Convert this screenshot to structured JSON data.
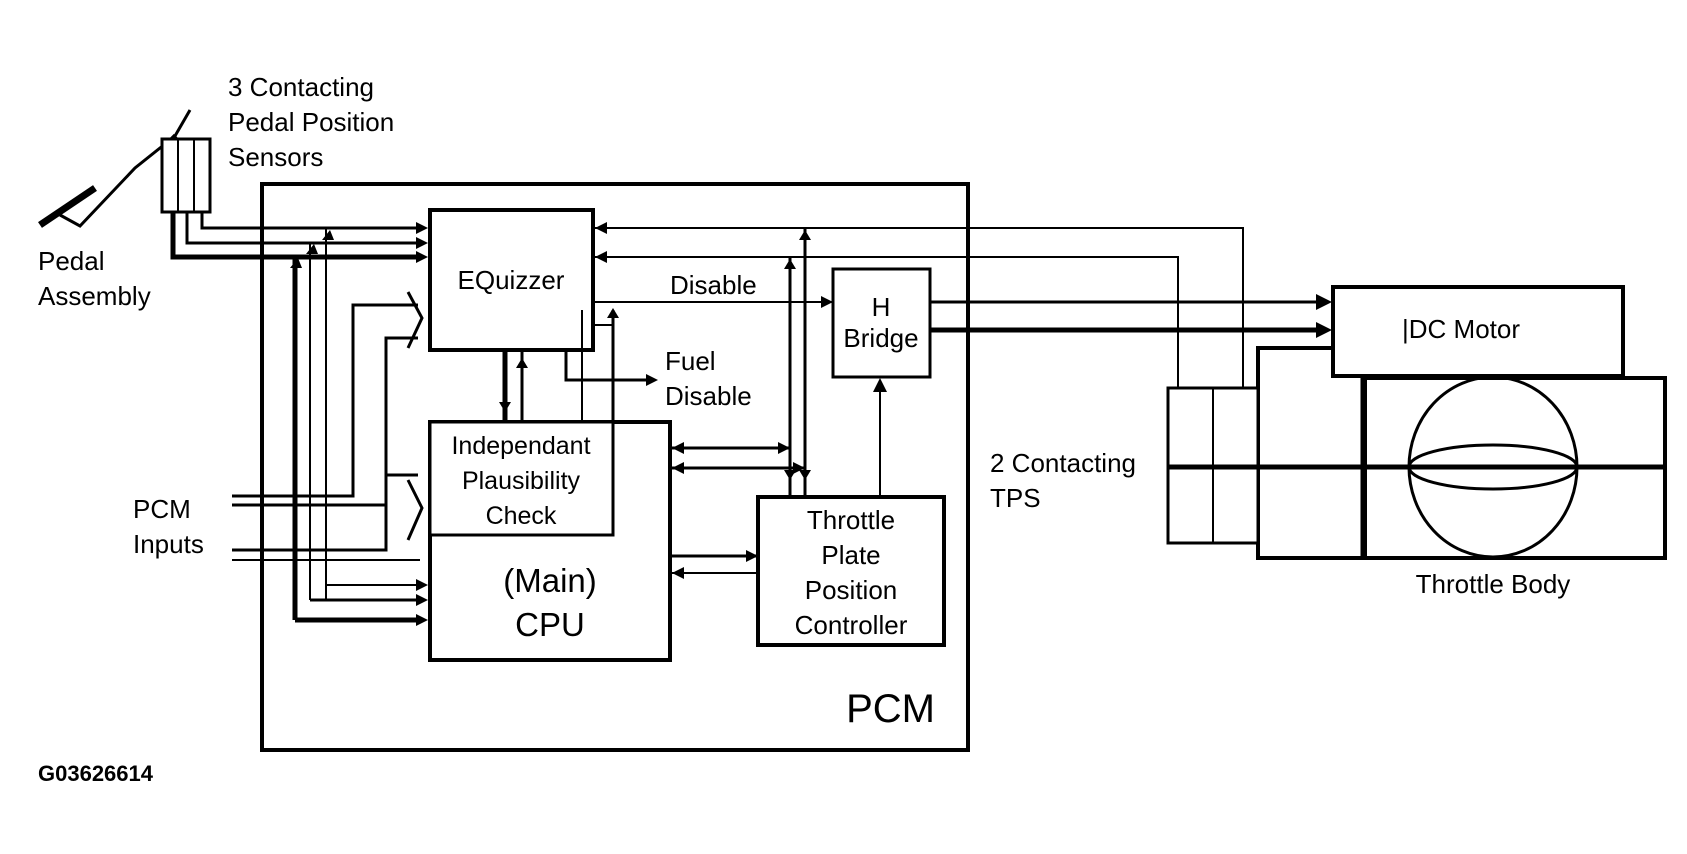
{
  "labels": {
    "pedal_sensors": [
      "3 Contacting",
      "Pedal Position",
      "Sensors"
    ],
    "pedal_assembly": [
      "Pedal",
      "Assembly"
    ],
    "equizzer": "EQuizzer",
    "disable": "Disable",
    "h_bridge": [
      "H",
      "Bridge"
    ],
    "dc_motor": "|DC Motor",
    "fuel_disable": [
      "Fuel",
      "Disable"
    ],
    "ipc": [
      "Independant",
      "Plausibility",
      "Check"
    ],
    "cpu": [
      "(Main)",
      "CPU"
    ],
    "tppc": [
      "Throttle",
      "Plate",
      "Position",
      "Controller"
    ],
    "pcm_inputs": [
      "PCM",
      "Inputs"
    ],
    "tps": [
      "2 Contacting",
      "TPS"
    ],
    "throttle_body": "Throttle Body",
    "pcm": "PCM",
    "figure_id": "G03626614"
  },
  "colors": {
    "ink": "#000000",
    "background": "#ffffff"
  }
}
